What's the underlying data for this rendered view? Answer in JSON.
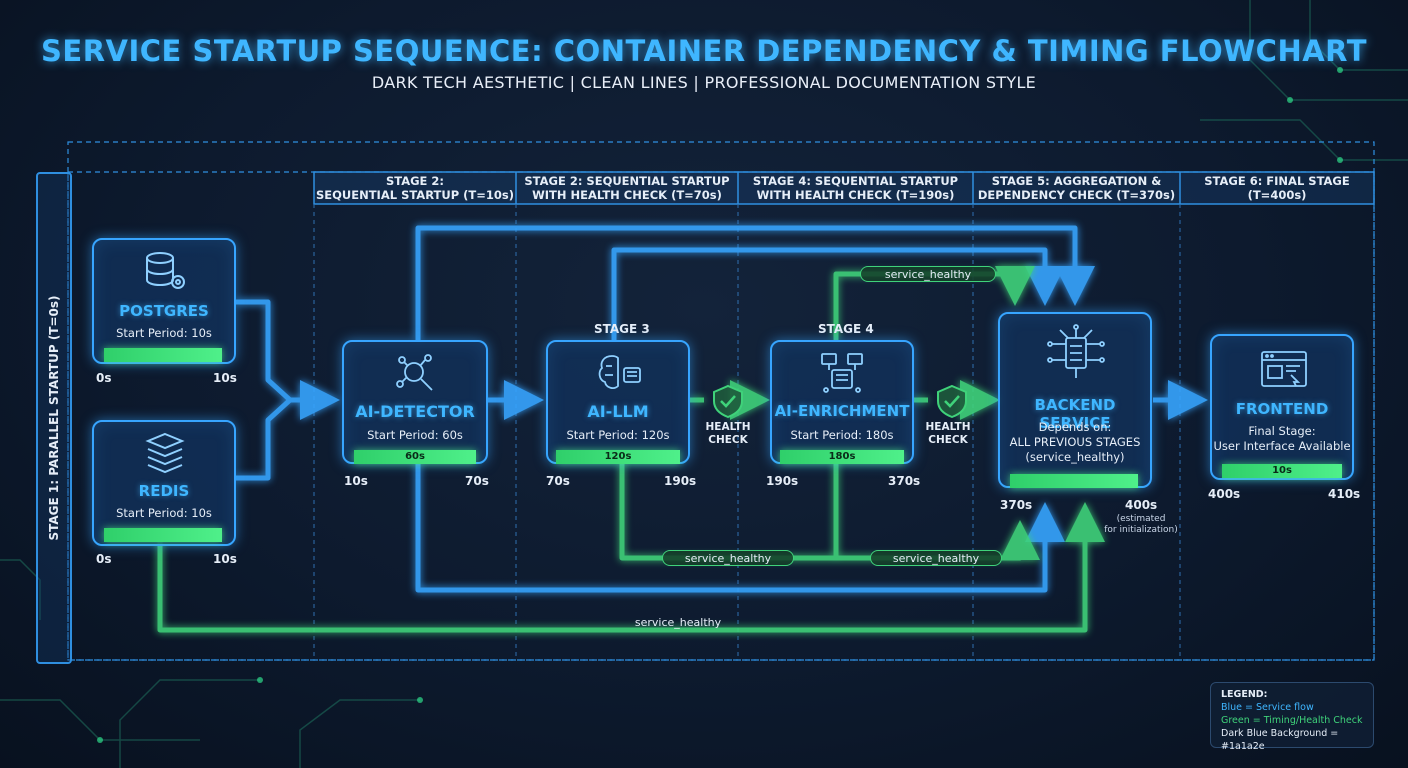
{
  "header": {
    "title": "SERVICE STARTUP SEQUENCE: CONTAINER DEPENDENCY & TIMING FLOWCHART",
    "subtitle": "DARK TECH AESTHETIC | CLEAN LINES | PROFESSIONAL DOCUMENTATION STYLE"
  },
  "stages": {
    "stage1": "STAGE 1: PARALLEL STARTUP (T=0s)",
    "headers": [
      "STAGE 2:\nSEQUENTIAL STARTUP (T=10s)",
      "STAGE 2: SEQUENTIAL STARTUP\nWITH HEALTH CHECK (T=70s)",
      "STAGE 4: SEQUENTIAL STARTUP\nWITH HEALTH CHECK (T=190s)",
      "STAGE 5: AGGREGATION &\nDEPENDENCY CHECK (T=370s)",
      "STAGE 6: FINAL STAGE\n(T=400s)"
    ],
    "stage3_label": "STAGE 3",
    "stage4_label": "STAGE 4"
  },
  "services": {
    "postgres": {
      "name": "POSTGRES",
      "detail": "Start Period: 10s",
      "start": "0s",
      "end": "10s",
      "bar": ""
    },
    "redis": {
      "name": "REDIS",
      "detail": "Start Period: 10s",
      "start": "0s",
      "end": "10s",
      "bar": ""
    },
    "ai_detector": {
      "name": "AI-DETECTOR",
      "detail": "Start Period: 60s",
      "start": "10s",
      "end": "70s",
      "bar": "60s"
    },
    "ai_llm": {
      "name": "AI-LLM",
      "detail": "Start Period: 120s",
      "start": "70s",
      "end": "190s",
      "bar": "120s"
    },
    "ai_enrichment": {
      "name": "AI-ENRICHMENT",
      "detail": "Start Period: 180s",
      "start": "190s",
      "end": "370s",
      "bar": "180s"
    },
    "backend": {
      "name": "BACKEND SERVICE",
      "line1": "Depends on:",
      "line2": "ALL PREVIOUS STAGES",
      "line3": "(service_healthy)",
      "start": "370s",
      "end": "400s",
      "note1": "(estimated",
      "note2": "for initialization)"
    },
    "frontend": {
      "name": "FRONTEND",
      "line1": "Final Stage:",
      "line2": "User Interface Available",
      "bar": "10s",
      "start": "400s",
      "end": "410s"
    }
  },
  "flow": {
    "health_check_1": "HEALTH\nCHECK",
    "health_check_2": "HEALTH\nCHECK",
    "sh_top": "service_healthy",
    "sh_mid1": "service_healthy",
    "sh_mid2": "service_healthy",
    "sh_bottom": "service_healthy"
  },
  "legend": {
    "title": "LEGEND:",
    "blue": "Blue = Service flow",
    "green": "Green = Timing/Health Check",
    "bg": "Dark Blue Background = #1a1a2e"
  },
  "colors": {
    "blue": "#37a5ff",
    "green": "#3fd27a",
    "background": "#0d1a2e"
  }
}
